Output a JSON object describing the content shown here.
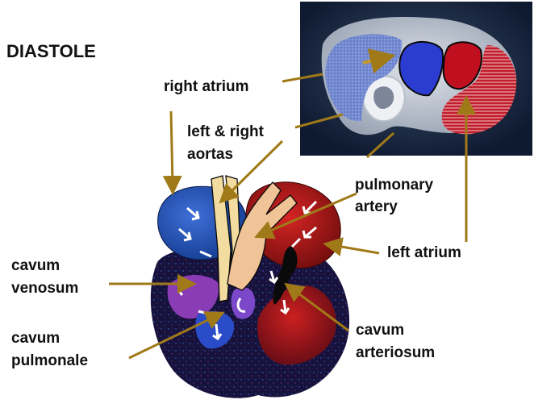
{
  "title": "DIASTOLE",
  "labels": {
    "right_atrium": "right atrium",
    "aortas_line1": "left & right",
    "aortas_line2": "aortas",
    "pulmonary_line1": "pulmonary",
    "pulmonary_line2": "artery",
    "left_atrium": "left atrium",
    "cavum_venosum_line1": "cavum",
    "cavum_venosum_line2": "venosum",
    "cavum_pulmonale_line1": "cavum",
    "cavum_pulmonale_line2": "pulmonale",
    "cavum_arteriosum_line1": "cavum",
    "cavum_arteriosum_line2": "arteriosum"
  },
  "colors": {
    "leader_line": "#a07a18",
    "right_side_blue": "#1e3fa0",
    "left_side_red": "#b01414",
    "venosum_purple": "#8a3cb4",
    "ventricle_dark": "#1a1440",
    "aorta_yellow": "#f3dca0",
    "pulmonary_tan": "#f0c497",
    "photo_background": "#12203a"
  }
}
